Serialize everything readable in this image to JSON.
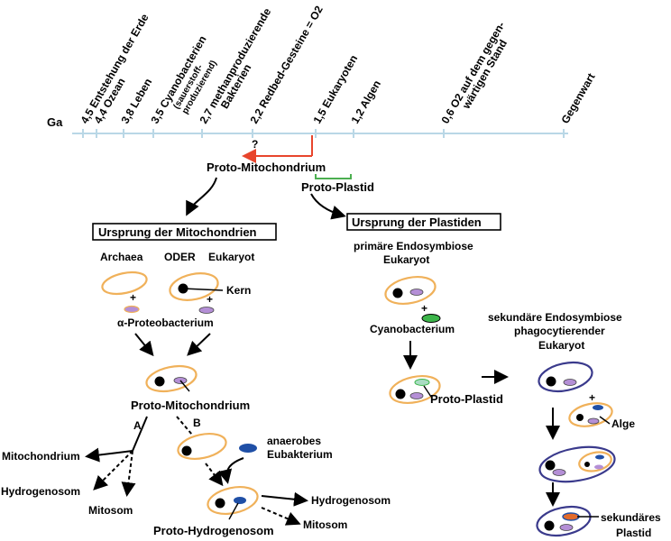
{
  "timeline": {
    "unit": "Ga",
    "ticks": [
      {
        "value": "4,5",
        "label": "Entstehung der Erde"
      },
      {
        "value": "4,4",
        "label": "Ozean"
      },
      {
        "value": "3,8",
        "label": "Leben"
      },
      {
        "value": "3,5",
        "label": "Cyanobacterien",
        "sublabel1": "(sauerstoff-",
        "sublabel2": "produzierend)"
      },
      {
        "value": "2,7",
        "label": "methanproduzierende",
        "sublabel1": "Bakterien"
      },
      {
        "value": "2,2",
        "label": "Redbed-Gesteine = O2"
      },
      {
        "value": "1,5",
        "label": "Eukaryoten"
      },
      {
        "value": "1,2",
        "label": "Algen"
      },
      {
        "value": "0,6",
        "label": "O2 auf dem gegen-",
        "sublabel1": "wärtigen Stand"
      },
      {
        "value": "",
        "label": "Gegenwart"
      }
    ],
    "uncertainty_mark": "?"
  },
  "top": {
    "proto_mito": "Proto-Mitochondrium",
    "proto_plastid": "Proto-Plastid"
  },
  "left": {
    "box_title": "Ursprung der Mitochondrien",
    "archaea": "Archaea",
    "oder": "ODER",
    "eukaryot": "Eukaryot",
    "kern": "Kern",
    "plus1": "+",
    "plus2": "+",
    "alpha": "α-Proteobacterium",
    "proto_mito": "Proto-Mitochondrium",
    "path_a": "A",
    "path_b": "B",
    "mitochondrium": "Mitochondrium",
    "hydrogenosom": "Hydrogenosom",
    "mitosom": "Mitosom",
    "anaerobes1": "anaerobes",
    "anaerobes2": "Eubakterium",
    "hydrogenosom2": "Hydrogenosom",
    "mitosom2": "Mitosom",
    "proto_hydro": "Proto-Hydrogenosom"
  },
  "right": {
    "box_title": "Ursprung der Plastiden",
    "primary1": "primäre Endosymbiose",
    "primary2": "Eukaryot",
    "plus": "+",
    "cyano": "Cyanobacterium",
    "proto_plastid": "Proto-Plastid",
    "secondary1": "sekundäre Endosymbiose",
    "secondary2": "phagocytierender",
    "secondary3": "Eukaryot",
    "plus2": "+",
    "alge": "Alge",
    "sek1": "sekundäres",
    "sek2": "Plastid"
  },
  "colors": {
    "axis": "#b9d7e6",
    "cell_orange": "#f0b15a",
    "cell_purple": "#3a3a8c",
    "organelle_lavender": "#b48fd6",
    "cyano_green": "#3cb54a",
    "eubacterium_blue": "#1f4fa6",
    "time_arrow_red": "#e8452c",
    "bracket_green": "#4caf50"
  }
}
